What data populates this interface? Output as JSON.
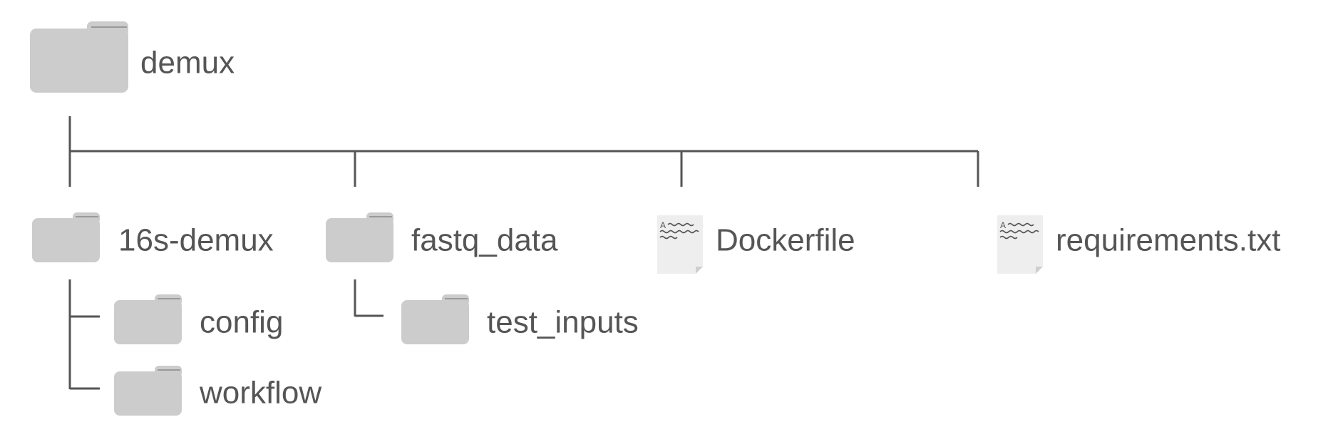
{
  "tree": {
    "root": {
      "name": "demux",
      "icon": "folder-icon"
    },
    "children": [
      {
        "name": "16s-demux",
        "icon": "folder-icon",
        "children": [
          {
            "name": "config",
            "icon": "folder-icon"
          },
          {
            "name": "workflow",
            "icon": "folder-icon"
          }
        ]
      },
      {
        "name": "fastq_data",
        "icon": "folder-icon",
        "children": [
          {
            "name": "test_inputs",
            "icon": "folder-icon"
          }
        ]
      },
      {
        "name": "Dockerfile",
        "icon": "text-file-icon"
      },
      {
        "name": "requirements.txt",
        "icon": "text-file-icon"
      }
    ]
  },
  "colors": {
    "text": "#555555",
    "line": "#555555",
    "folder": "#cccccc",
    "folder_tab_edge": "#9a9a9a",
    "file_page": "#eeeeee"
  }
}
